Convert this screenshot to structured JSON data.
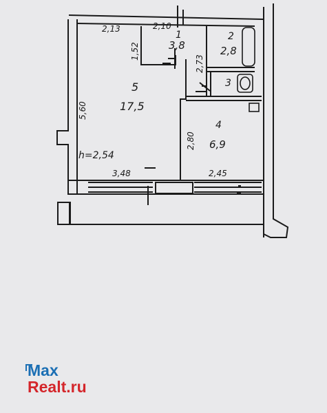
{
  "plan": {
    "rooms": [
      {
        "no": "1",
        "area": "3,8"
      },
      {
        "no": "2",
        "area": "2,8"
      },
      {
        "no": "3",
        "area": ""
      },
      {
        "no": "4",
        "area": "6,9"
      },
      {
        "no": "5",
        "area": "17,5"
      }
    ],
    "dimensions": {
      "top_left": "2,13",
      "top_mid": "2,10",
      "d_152": "1,52",
      "d_273": "2,73",
      "d_560": "5,60",
      "d_280": "2,80",
      "bottom_left": "3,48",
      "bottom_right": "2,45"
    },
    "ceiling_height": "h=2,54"
  },
  "watermark": {
    "line1": "Max",
    "line2": "Realt.ru",
    "colors": {
      "line1": "#1b6fb4",
      "line2": "#d4262b"
    }
  }
}
